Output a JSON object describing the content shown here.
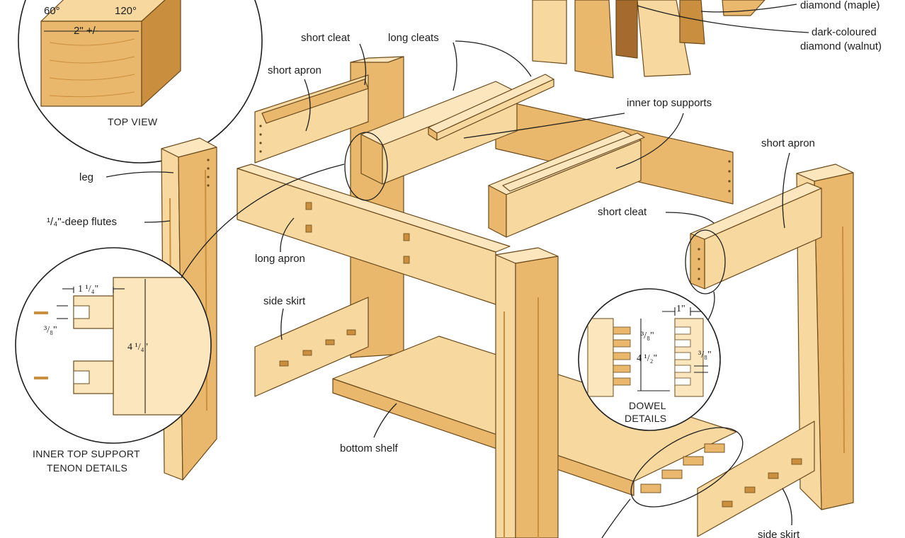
{
  "diagram": {
    "colors": {
      "wood_face": "#f7d9a0",
      "wood_side": "#e9b86c",
      "wood_dark": "#c98f3e",
      "wood_end": "#fbe6bd",
      "walnut": "#a56b2e",
      "outline": "#6b4a1c",
      "ink": "#1e1e1e"
    },
    "labels": {
      "top_view": "TOP VIEW",
      "angle_60": "60°",
      "angle_120": "120°",
      "width_2": "2\" +/-",
      "diamond_maple": "diamond (maple)",
      "dark_diamond_1": "dark-coloured",
      "dark_diamond_2": "diamond (walnut)",
      "short_cleat_top": "short cleat",
      "long_cleats": "long cleats",
      "short_apron_left": "short apron",
      "inner_top_supports": "inner top supports",
      "short_apron_right": "short apron",
      "leg": "leg",
      "flutes": "¹/₄\"-deep flutes",
      "short_cleat_right": "short cleat",
      "long_apron": "long apron",
      "side_skirt_left": "side skirt",
      "bottom_shelf": "bottom shelf",
      "side_skirt_right": "side skirt",
      "dowel_details_1": "DOWEL",
      "dowel_details_2": "DETAILS",
      "tenon_details_1": "INNER TOP SUPPORT",
      "tenon_details_2": "TENON DETAILS",
      "tenon_dim_width": "1 ¹/₄\"",
      "tenon_dim_height": "4 ¹/₄\"",
      "tenon_dim_thick": "³/₈\"",
      "dowel_dim_1": "1\"",
      "dowel_dim_38": "³/₈\"",
      "dowel_dim_height": "4 ¹/₂\"",
      "dowel_dim_38b": "³/₈\""
    }
  }
}
